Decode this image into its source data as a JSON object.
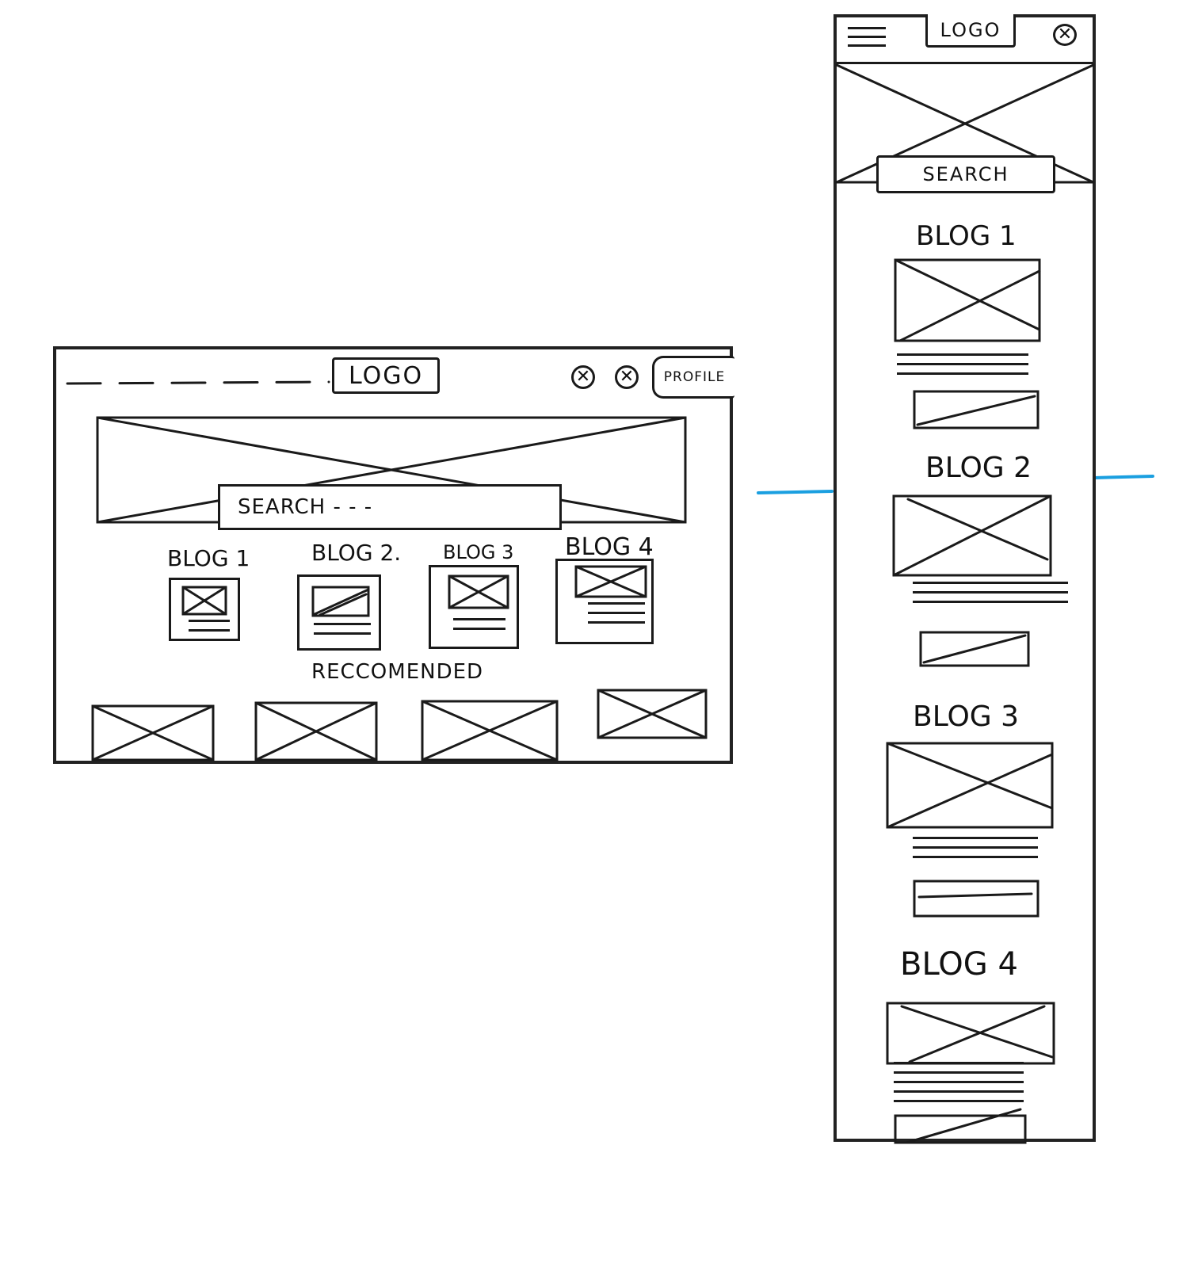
{
  "desktop": {
    "logo": "LOGO",
    "profile": "PROFILE",
    "search": "SEARCH - - -",
    "blogs": [
      "BLOG 1",
      "BLOG 2.",
      "BLOG 3",
      "BLOG 4"
    ],
    "recommended": "RECCOMENDED",
    "icons": [
      "close-circle-icon",
      "close-circle-icon"
    ]
  },
  "mobile": {
    "logo": "LOGO",
    "search": "SEARCH",
    "blogs": [
      "BLOG 1",
      "BLOG 2",
      "BLOG 3",
      "BLOG 4"
    ],
    "icons": [
      "menu-icon",
      "close-circle-icon"
    ]
  },
  "colors": {
    "ink": "#1a1a1a",
    "fold_line": "#1a9fe0"
  }
}
